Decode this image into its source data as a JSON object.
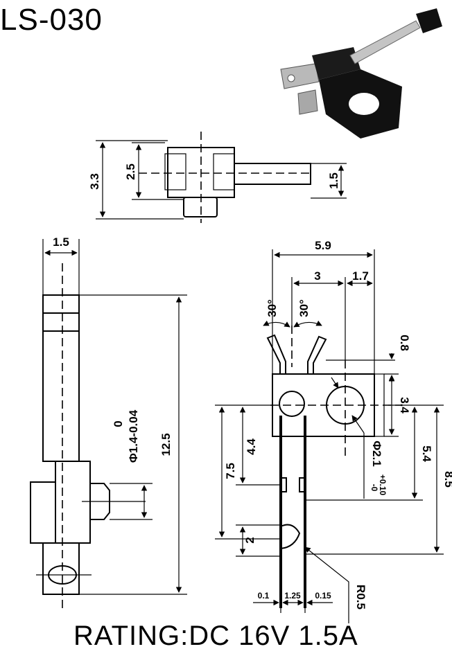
{
  "header": {
    "title": "LS-030"
  },
  "footer": {
    "rating": "RATING:DC 16V 1.5A"
  },
  "photo": {
    "alt_icon": "switch-photo-icon"
  },
  "top_view": {
    "dim_total_height": "3.3",
    "dim_body_height": "2.5",
    "dim_lever_height": "1.5"
  },
  "side_view": {
    "dim_width": "1.5",
    "dim_total_length": "12.5",
    "dim_pin_dia_upper": "0",
    "dim_pin_dia": "Φ1.4-0.04"
  },
  "front_view": {
    "dim_total_width": "5.9",
    "dim_hole_offset": "3",
    "dim_hole_to_edge": "1.7",
    "angle_left": "30°",
    "angle_right": "30°",
    "dim_top_gap": "0.8",
    "dim_hole_height": "3.4",
    "dim_4_4": "4.4",
    "dim_7_5": "7.5",
    "dim_5_4": "5.4",
    "dim_8_5": "8.5",
    "dim_2": "2",
    "dim_hole_dia": "Φ2.1",
    "dim_hole_tol_plus": "+0.10",
    "dim_hole_tol_minus": "-0",
    "dim_radius": "R0.5",
    "dim_0_1": "0.1",
    "dim_1_25": "1.25",
    "dim_0_15": "0.15"
  }
}
